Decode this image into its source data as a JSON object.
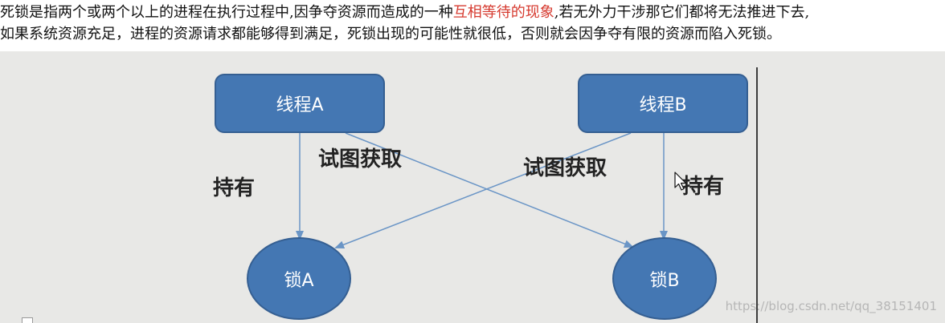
{
  "intro": {
    "line1_before": "死锁是指两个或两个以上的进程在执行过程中,因争夺资源而造成的一种",
    "line1_highlight": "互相等待的现象",
    "line1_after": ",若无外力干涉那它们都将无法推进下去,",
    "line2": "如果系统资源充足，进程的资源请求都能够得到满足，死锁出现的可能性就很低，否则就会因争夺有限的资源而陷入死锁。",
    "highlight_color": "#d63a2f"
  },
  "diagram": {
    "nodes": {
      "thread_a": "线程A",
      "thread_b": "线程B",
      "lock_a": "锁A",
      "lock_b": "锁B"
    },
    "edges": {
      "a_holds_lock_a": "持有",
      "a_tries_lock_b": "试图获取",
      "b_tries_lock_a": "试图获取",
      "b_holds_lock_b": "持有"
    },
    "node_color": "#4477b3",
    "edge_color": "#6a95c6"
  },
  "watermark": "https://blog.csdn.net/qq_38151401",
  "icons": {
    "cursor": "mouse-pointer-icon"
  }
}
